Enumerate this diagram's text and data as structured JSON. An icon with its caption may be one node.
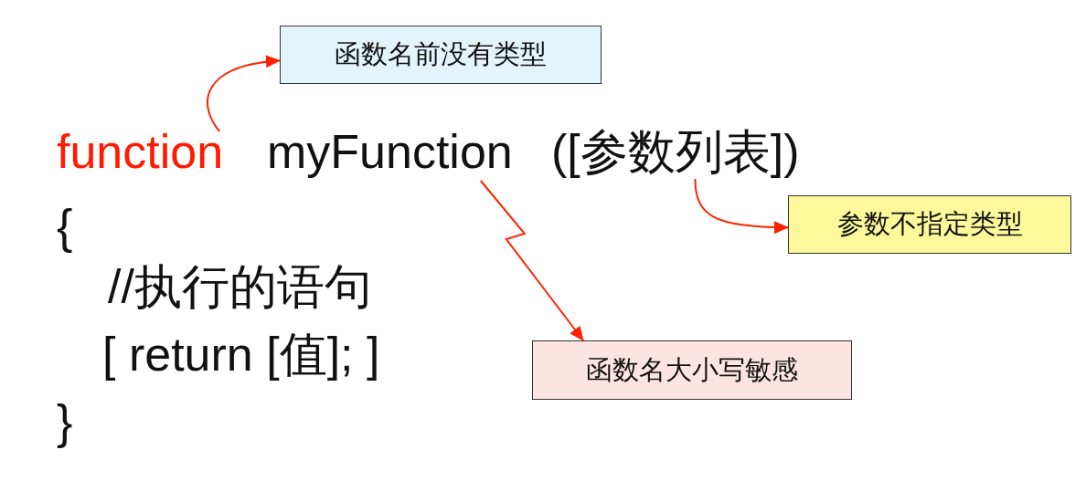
{
  "diagram": {
    "nodes": [
      {
        "text": [
          "function"
        ]
      },
      {
        "text": [
          "myFunction"
        ]
      },
      {
        "text": [
          "([参数列表])"
        ]
      },
      {
        "text": [
          "函数名前没有类型"
        ]
      },
      {
        "text": [
          "参数不指定类型"
        ]
      },
      {
        "text": [
          "函数名大小写敏感"
        ]
      }
    ],
    "edges": [
      {
        "from": 0,
        "to": 3,
        "arrow": "to"
      },
      {
        "from": 2,
        "to": 4,
        "arrow": "to"
      },
      {
        "from": 1,
        "to": 5,
        "arrow": "to"
      }
    ],
    "labels": [
      "{",
      "//执行的语句",
      "[ return [值]; ]",
      "}"
    ]
  }
}
